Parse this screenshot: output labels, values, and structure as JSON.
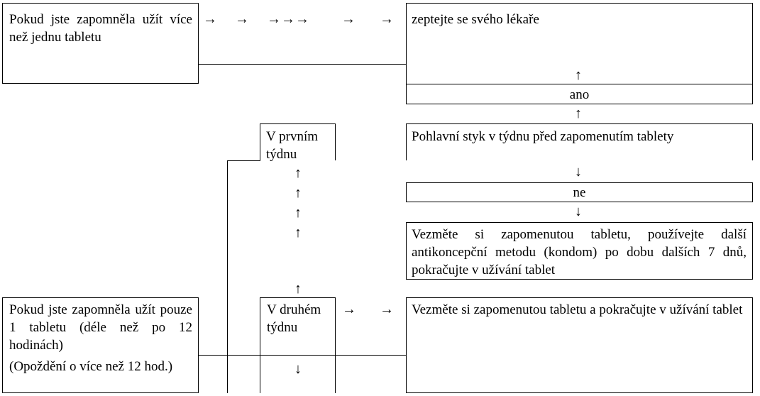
{
  "boxes": {
    "top_left": "Pokud jste zapomněla užít více než jednu tabletu",
    "top_right": "zeptejte se svého lékaře",
    "yes_label": "ano",
    "intercourse": "Pohlavní styk v týdnu před zapomenutím tablety",
    "no_label": "ne",
    "missed_instruction": "Vezměte si zapomenutou tabletu, používejte další antikoncepční metodu (kondom) po dobu dalších 7 dnů, pokračujte v užívání tablet",
    "first_week": "V prvním týdnu",
    "bottom_left_line1": "Pokud jste zapomněla užít pouze 1 tabletu (déle než po 12 hodinách)",
    "bottom_left_line2": "(Opoždění o více než 12 hod.)",
    "second_week": "V druhém týdnu",
    "bottom_right": "Vezměte si zapomenutou tabletu a pokračujte v užívání tablet"
  },
  "arrows": {
    "right": "→",
    "right_triple": "→→→",
    "up": "↑",
    "down": "↓"
  }
}
